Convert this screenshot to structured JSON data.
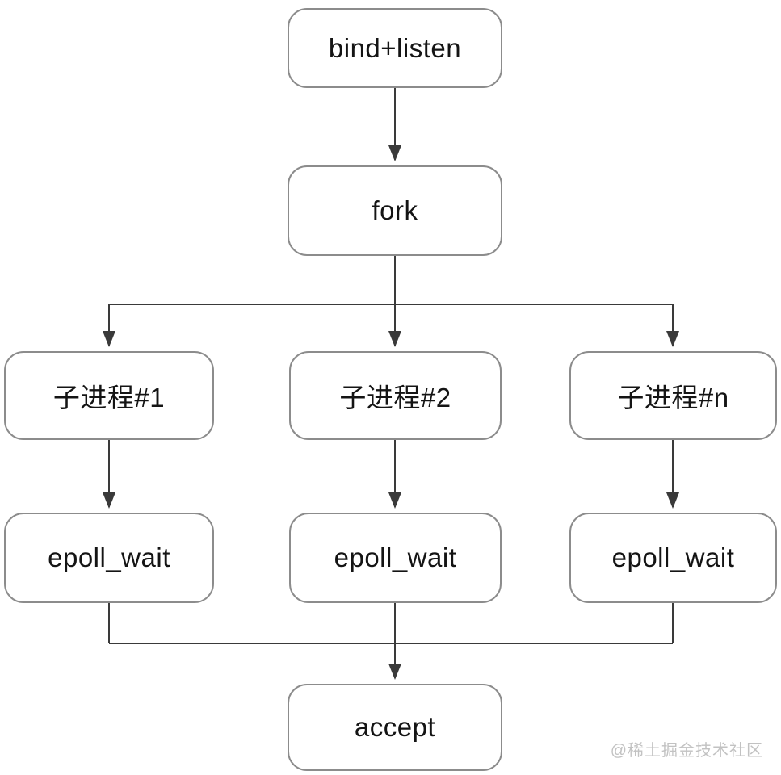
{
  "diagram": {
    "type": "flowchart",
    "nodes": {
      "bind_listen": {
        "label": "bind+listen"
      },
      "fork": {
        "label": "fork"
      },
      "child1": {
        "label": "子进程#1"
      },
      "child2": {
        "label": "子进程#2"
      },
      "childn": {
        "label": "子进程#n"
      },
      "epoll1": {
        "label": "epoll_wait"
      },
      "epoll2": {
        "label": "epoll_wait"
      },
      "epolln": {
        "label": "epoll_wait"
      },
      "accept": {
        "label": "accept"
      }
    },
    "edges": [
      {
        "from": "bind_listen",
        "to": "fork"
      },
      {
        "from": "fork",
        "to": "child1"
      },
      {
        "from": "fork",
        "to": "child2"
      },
      {
        "from": "fork",
        "to": "childn"
      },
      {
        "from": "child1",
        "to": "epoll1"
      },
      {
        "from": "child2",
        "to": "epoll2"
      },
      {
        "from": "childn",
        "to": "epolln"
      },
      {
        "from": "epoll1",
        "to": "accept"
      },
      {
        "from": "epoll2",
        "to": "accept"
      },
      {
        "from": "epolln",
        "to": "accept"
      }
    ]
  },
  "watermark": {
    "text": "@稀土掘金技术社区"
  },
  "colors": {
    "background": "#ffffff",
    "node_border": "#8c8c8c",
    "node_fill": "#ffffff",
    "edge": "#3a3a3a",
    "text": "#141414",
    "watermark": "#c2c2c2"
  }
}
